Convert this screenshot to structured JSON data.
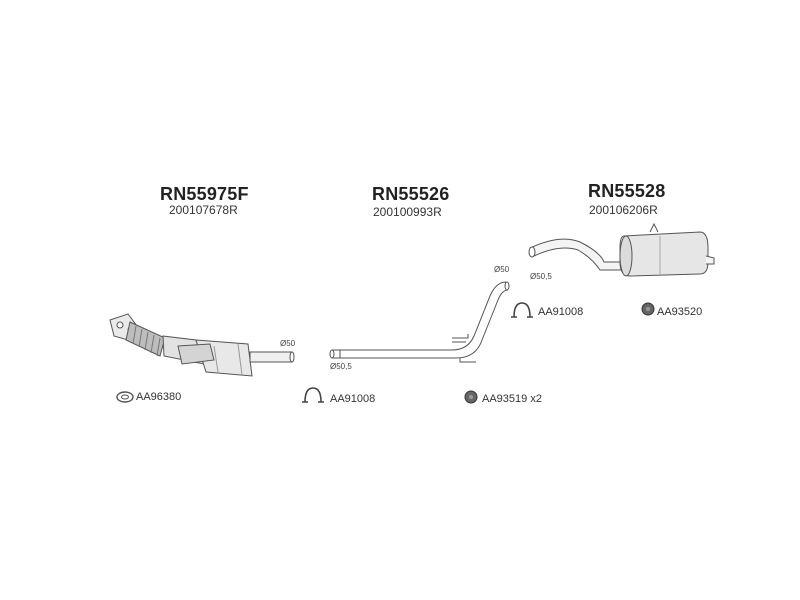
{
  "parts": [
    {
      "part_no": "RN55975F",
      "oem_no": "200107678R"
    },
    {
      "part_no": "RN55526",
      "oem_no": "200100993R"
    },
    {
      "part_no": "RN55528",
      "oem_no": "200106206R"
    }
  ],
  "accessories": [
    {
      "code": "AA96380",
      "icon": "gasket-ring-icon"
    },
    {
      "code": "AA91008",
      "icon": "clamp-icon"
    },
    {
      "code": "AA93519 x2",
      "icon": "rubber-mount-icon"
    },
    {
      "code": "AA91008",
      "icon": "clamp-icon"
    },
    {
      "code": "AA93520",
      "icon": "rubber-mount-icon"
    }
  ],
  "dimensions": {
    "cat_outlet": "Ø50",
    "mid_inlet": "Ø50,5",
    "mid_outlet": "Ø50",
    "rear_inlet": "Ø50,5"
  }
}
